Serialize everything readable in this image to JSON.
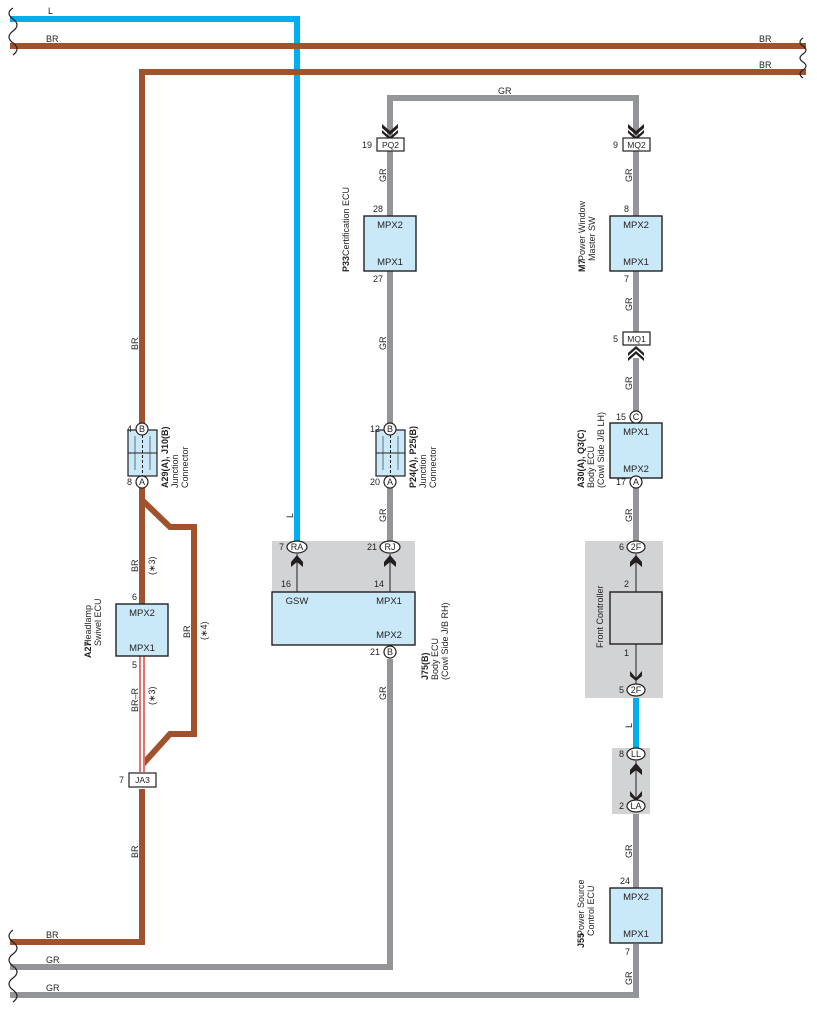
{
  "colors": {
    "L": "#00aeef",
    "BR": "#a0522d",
    "GR": "#939598",
    "BR_R": "#e8736a",
    "ecu_fill": "#c9e9f9",
    "shade": "#d1d3d4"
  },
  "wire_labels": {
    "top_l": "L",
    "top_br_left": "BR",
    "top_br_right": "BR",
    "br2_right": "BR",
    "gr_top": "GR",
    "v_br_upper": "BR",
    "v_l_gsw": "L",
    "cert_gr_upper": "GR",
    "cert_gr_mid": "GR",
    "cert_gr_lower": "GR",
    "body_gr": "GR",
    "pw_gr_upper": "GR",
    "pw_gr_mid": "GR",
    "pw_gr_lower": "GR",
    "front_gr": "GR",
    "front_l": "L",
    "ps_gr": "GR",
    "ps_gr_bottom": "GR",
    "hl_br": "BR",
    "hl_br_note": "(∗3)",
    "hl_br_r": "BR–R",
    "hl_br_r_note": "(∗3)",
    "bypass_br": "BR",
    "bypass_note": "(∗4)",
    "ja3_br": "BR",
    "bottom_br": "BR",
    "bottom_gr1": "GR",
    "bottom_gr2": "GR"
  },
  "components": {
    "cert": {
      "code": "P33",
      "name": "Certification ECU",
      "term_top": "MPX2",
      "term_bottom": "MPX1",
      "pin_top": "28",
      "pin_bottom": "27"
    },
    "pwm": {
      "code": "M7",
      "name1": "Power Window",
      "name2": "Master SW",
      "term_top": "MPX2",
      "term_bottom": "MPX1",
      "pin_top": "8",
      "pin_bottom": "7"
    },
    "jc_left": {
      "code": "A29(A), J10(B)",
      "name1": "Junction",
      "name2": "Connector",
      "pin_top": "4",
      "letter_top": "B",
      "pin_bottom": "8",
      "letter_bottom": "A"
    },
    "jc_mid": {
      "code": "P24(A), P25(B)",
      "name1": "Junction",
      "name2": "Connector",
      "pin_top": "12",
      "letter_top": "B",
      "pin_bottom": "20",
      "letter_bottom": "A"
    },
    "body_lh": {
      "code": "A30(A), Q3(C)",
      "name1": "Body ECU",
      "name2": "(Cowl Side J/B LH)",
      "term_top": "MPX1",
      "term_bottom": "MPX2",
      "pin_top": "15",
      "letter_top": "C",
      "pin_bottom": "17",
      "letter_bottom": "A"
    },
    "body_rh": {
      "code": "J75(B)",
      "name1": "Body ECU",
      "name2": "(Cowl Side J/B RH)",
      "term_gsw": "GSW",
      "term_mpx1": "MPX1",
      "term_mpx2": "MPX2",
      "pin_gsw": "16",
      "pin_mpx1": "14",
      "pin_ra": "7",
      "conn_ra": "RA",
      "pin_rj": "21",
      "conn_rj": "RJ",
      "pin_mpx2": "21",
      "letter_mpx2": "B"
    },
    "headlamp": {
      "code": "A27",
      "name1": "Headlamp",
      "name2": "Swivel ECU",
      "term_top": "MPX2",
      "term_bottom": "MPX1",
      "pin_top": "6",
      "pin_bottom": "5"
    },
    "front": {
      "name": "Front Controller",
      "pin_a": "2",
      "pin_b": "1",
      "pin_top": "6",
      "conn_top": "2F",
      "pin_bottom": "5",
      "conn_bottom": "2F"
    },
    "ll_la": {
      "pin_top": "8",
      "conn_top": "LL",
      "pin_bottom": "2",
      "conn_bottom": "LA"
    },
    "power_source": {
      "code": "J55",
      "name1": "Power Source",
      "name2": "Control ECU",
      "term_top": "MPX2",
      "term_bottom": "MPX1",
      "pin_top": "24",
      "pin_bottom": "7"
    }
  },
  "connectors": {
    "pq2": {
      "label": "PQ2",
      "pin": "19"
    },
    "mq2": {
      "label": "MQ2",
      "pin": "9"
    },
    "mq1": {
      "label": "MQ1",
      "pin": "5"
    },
    "ja3": {
      "label": "JA3",
      "pin": "7"
    }
  }
}
